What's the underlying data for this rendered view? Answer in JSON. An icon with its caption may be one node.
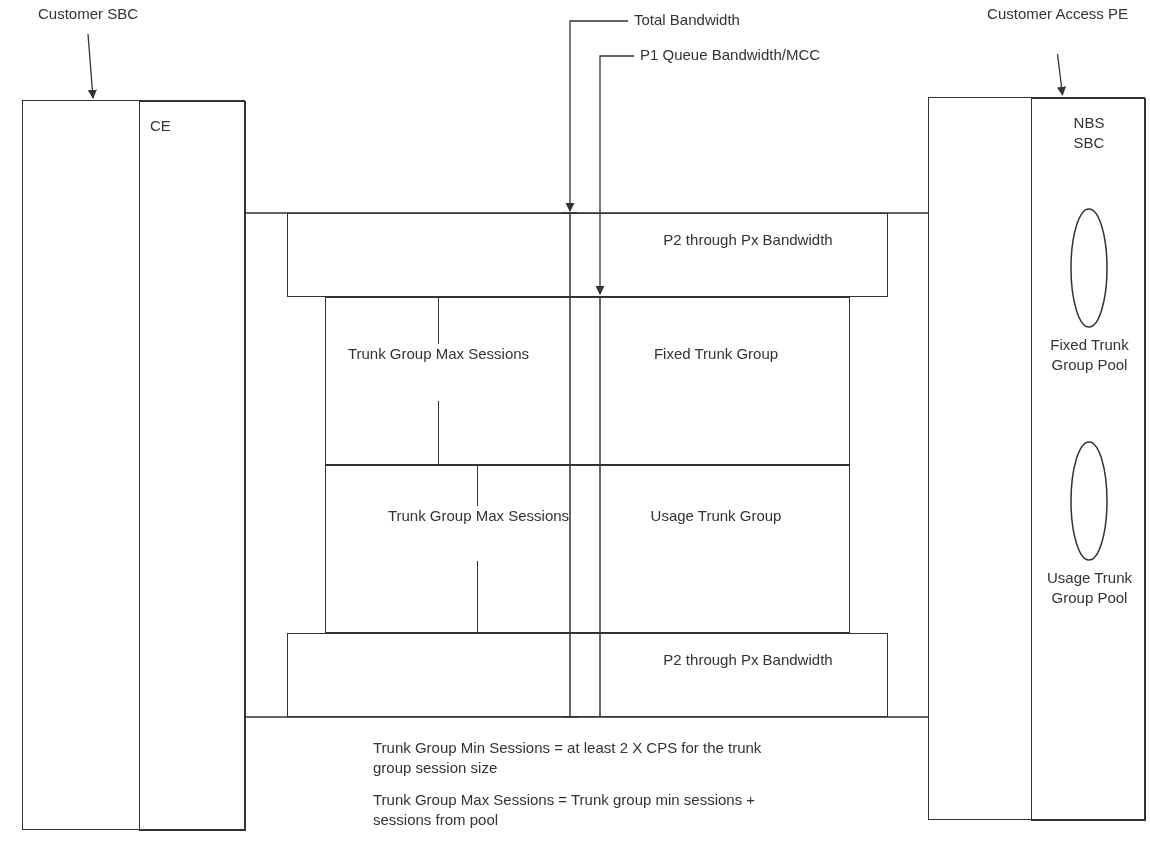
{
  "diagram": {
    "nodes": [
      {
        "text": [
          "Customer SBC"
        ]
      },
      {
        "text": [],
        "shape": "box"
      },
      {
        "text": [
          "CE"
        ],
        "in": 1
      },
      {
        "text": [
          "Customer Access PE"
        ]
      },
      {
        "text": [],
        "shape": "box"
      },
      {
        "text": [
          "NBS SBC"
        ],
        "in": 4
      },
      {
        "text": [],
        "shape": "ellipse",
        "beside": [
          "Fixed Trunk Group Pool"
        ],
        "in": 5
      },
      {
        "text": [],
        "shape": "ellipse",
        "beside": [
          "Usage Trunk Group Pool"
        ],
        "in": 5
      },
      {
        "text": [
          "P2 through Px Bandwidth"
        ]
      },
      {
        "text": [
          "Trunk Group Max Sessions",
          "Fixed Trunk Group"
        ]
      },
      {
        "text": [
          "Trunk Group Max Sessions",
          "Usage Trunk Group"
        ]
      },
      {
        "text": [
          "P2 through Px Bandwidth"
        ]
      },
      {
        "text": [
          "Total Bandwidth"
        ]
      },
      {
        "text": [
          "P1 Queue Bandwidth/MCC"
        ]
      }
    ],
    "edges": [
      {
        "from": 0,
        "to": 1,
        "arrow": "to"
      },
      {
        "from": 3,
        "to": 4,
        "arrow": "to"
      },
      {
        "from": 12,
        "to": 8,
        "arrow": "to"
      },
      {
        "from": 13,
        "to": 8,
        "arrow": "to"
      }
    ],
    "labels": [
      "Trunk Group Min Sessions = at least 2 X CPS for the trunk group session size",
      "Trunk Group Max Sessions = Trunk group min sessions + sessions from pool"
    ]
  }
}
